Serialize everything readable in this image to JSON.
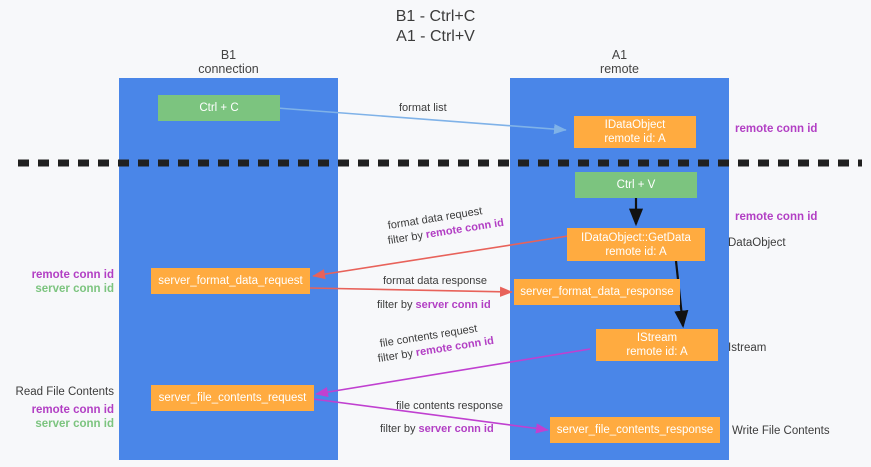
{
  "title": {
    "line1": "B1 - Ctrl+C",
    "line2": "A1 - Ctrl+V"
  },
  "columns": [
    {
      "name": "B1",
      "sub": "connection"
    },
    {
      "name": "A1",
      "sub": "remote"
    }
  ],
  "nodes": {
    "ctrl_c": {
      "label": "Ctrl + C"
    },
    "ctrl_v": {
      "label": "Ctrl + V"
    },
    "data_object": {
      "line1": "IDataObject",
      "line2": "remote id: A"
    },
    "get_data": {
      "line1": "IDataObject::GetData",
      "line2": "remote id: A"
    },
    "istream": {
      "line1": "IStream",
      "line2": "remote id: A"
    },
    "server_format_data_request": {
      "label": "server_format_data_request"
    },
    "server_format_data_response": {
      "label": "server_format_data_response"
    },
    "server_file_contents_request": {
      "label": "server_file_contents_request"
    },
    "server_file_contents_response": {
      "label": "server_file_contents_response"
    }
  },
  "edges": {
    "format_list": {
      "label": "format list"
    },
    "format_data_request": {
      "label": "format data request",
      "filter_prefix": "filter by ",
      "filter_key": "remote conn id"
    },
    "format_data_response": {
      "label": "format data response",
      "filter_prefix": "filter by ",
      "filter_key": "server conn id"
    },
    "file_contents_request": {
      "label": "file contents request",
      "filter_prefix": "filter by ",
      "filter_key": "remote conn id"
    },
    "file_contents_response": {
      "label": "file contents response",
      "filter_prefix": "filter by ",
      "filter_key": "server conn id"
    }
  },
  "annotations": {
    "right_top_conn": "remote conn id",
    "right_mid_conn": "remote conn id",
    "right_data_object": "DataObject",
    "right_istream": "Istream",
    "right_write_file": "Write File Contents",
    "left_remote_conn": "remote conn id",
    "left_server_conn": "server conn id",
    "left_read_file": "Read File Contents",
    "left_remote_conn2": "remote conn id",
    "left_server_conn2": "server conn id"
  },
  "colors": {
    "lane": "#4a86e8",
    "green_node": "#7cc47f",
    "orange_node": "#ffab40",
    "purple": "#b23fc4",
    "red_arrow": "#e8625a",
    "purple_arrow": "#c040d0",
    "blue_arrow": "#7fb2e8",
    "divider": "#202020",
    "background": "#f7f8fa"
  }
}
